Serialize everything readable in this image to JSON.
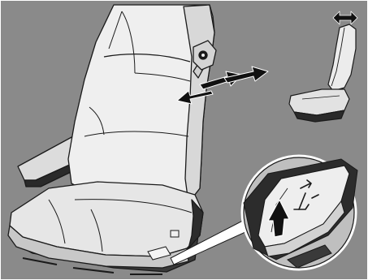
{
  "figure": {
    "colors": {
      "background": "#8a8a8a",
      "seat_light": "#efefef",
      "seat_mid": "#d9d9d9",
      "seat_shadow": "#b5b5b5",
      "dark": "#1a1a1a",
      "border": "#ffffff"
    },
    "elements": {
      "seat": "truck-seat-illustration",
      "backrest": "seat-backrest",
      "cushion": "seat-cushion",
      "armrest": "armrest",
      "seatbelt_buckle": "seatbelt-buckle-icon",
      "backrest_arrows": "backrest-tilt-arrows-icon",
      "side_view": "seat-side-view-icon",
      "side_view_arrow": "double-arrow-icon",
      "control_callout": "backrest-control-callout",
      "control_up_arrow": "arrow-up-icon",
      "control_symbol": "backrest-adjust-symbol-icon"
    }
  }
}
